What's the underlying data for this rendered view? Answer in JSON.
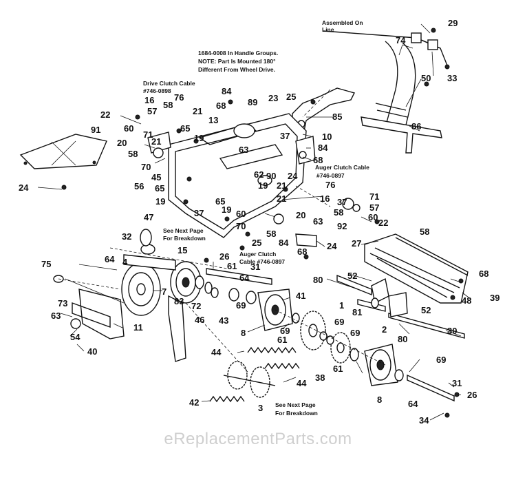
{
  "notes": {
    "assembled_on_line": [
      "Assembled On",
      "Line"
    ],
    "handle_group_note": [
      "1684-0008 In Handle Groups.",
      "NOTE: Part Is Mounted 180°",
      "Different From Wheel Drive."
    ],
    "drive_clutch_cable": [
      "Drive Clutch Cable",
      "#746-0898"
    ],
    "auger_clutch_cable_right": [
      "Auger Clutch Cable",
      "#746-0897"
    ],
    "auger_clutch_cable_center": [
      "Auger Clutch",
      "Cable #746-0897"
    ],
    "see_next_page_top": [
      "See Next Page",
      "For Breakdown"
    ],
    "see_next_page_bottom": [
      "See Next Page",
      "For Breakdown"
    ]
  },
  "callouts": [
    {
      "id": "c29",
      "text": "29"
    },
    {
      "id": "c74",
      "text": "74"
    },
    {
      "id": "c33",
      "text": "33"
    },
    {
      "id": "c50",
      "text": "50"
    },
    {
      "id": "c86",
      "text": "86"
    },
    {
      "id": "c85",
      "text": "85"
    },
    {
      "id": "c10",
      "text": "10"
    },
    {
      "id": "c84a",
      "text": "84"
    },
    {
      "id": "c68a",
      "text": "68"
    },
    {
      "id": "c84b",
      "text": "84"
    },
    {
      "id": "c68b",
      "text": "68"
    },
    {
      "id": "c89",
      "text": "89"
    },
    {
      "id": "c23",
      "text": "23"
    },
    {
      "id": "c25a",
      "text": "25"
    },
    {
      "id": "c37a",
      "text": "37"
    },
    {
      "id": "c16a",
      "text": "16"
    },
    {
      "id": "c58a",
      "text": "58"
    },
    {
      "id": "c76a",
      "text": "76"
    },
    {
      "id": "c57a",
      "text": "57"
    },
    {
      "id": "c21a",
      "text": "21"
    },
    {
      "id": "c22a",
      "text": "22"
    },
    {
      "id": "c60a",
      "text": "60"
    },
    {
      "id": "c71a",
      "text": "71"
    },
    {
      "id": "c13",
      "text": "13"
    },
    {
      "id": "c65a",
      "text": "65"
    },
    {
      "id": "c19a",
      "text": "19"
    },
    {
      "id": "c91",
      "text": "91"
    },
    {
      "id": "c20a",
      "text": "20"
    },
    {
      "id": "c21b",
      "text": "21"
    },
    {
      "id": "c58b",
      "text": "58"
    },
    {
      "id": "c70a",
      "text": "70"
    },
    {
      "id": "c45",
      "text": "45"
    },
    {
      "id": "c56",
      "text": "56"
    },
    {
      "id": "c65b",
      "text": "65"
    },
    {
      "id": "c19b",
      "text": "19"
    },
    {
      "id": "c24a",
      "text": "24"
    },
    {
      "id": "c63a",
      "text": "63"
    },
    {
      "id": "c62",
      "text": "62"
    },
    {
      "id": "c90",
      "text": "90"
    },
    {
      "id": "c24b",
      "text": "24"
    },
    {
      "id": "c19c",
      "text": "19"
    },
    {
      "id": "c21c",
      "text": "21"
    },
    {
      "id": "c76b",
      "text": "76"
    },
    {
      "id": "c21d",
      "text": "21"
    },
    {
      "id": "c16b",
      "text": "16"
    },
    {
      "id": "c37b",
      "text": "37"
    },
    {
      "id": "c71b",
      "text": "71"
    },
    {
      "id": "c57b",
      "text": "57"
    },
    {
      "id": "c60b",
      "text": "60"
    },
    {
      "id": "c22b",
      "text": "22"
    },
    {
      "id": "c37c",
      "text": "37"
    },
    {
      "id": "c65c",
      "text": "65"
    },
    {
      "id": "c19d",
      "text": "19"
    },
    {
      "id": "c60c",
      "text": "60"
    },
    {
      "id": "c70b",
      "text": "70"
    },
    {
      "id": "c58c",
      "text": "58"
    },
    {
      "id": "c20b",
      "text": "20"
    },
    {
      "id": "c58d",
      "text": "58"
    },
    {
      "id": "c63b",
      "text": "63"
    },
    {
      "id": "c92",
      "text": "92"
    },
    {
      "id": "c25b",
      "text": "25"
    },
    {
      "id": "c84c",
      "text": "84"
    },
    {
      "id": "c24c",
      "text": "24"
    },
    {
      "id": "c47",
      "text": "47"
    },
    {
      "id": "c32",
      "text": "32"
    },
    {
      "id": "c64a",
      "text": "64"
    },
    {
      "id": "c4",
      "text": "4"
    },
    {
      "id": "c15",
      "text": "15"
    },
    {
      "id": "c75",
      "text": "75"
    },
    {
      "id": "c26a",
      "text": "26"
    },
    {
      "id": "c61a",
      "text": "61"
    },
    {
      "id": "c31a",
      "text": "31"
    },
    {
      "id": "c64b",
      "text": "64"
    },
    {
      "id": "c68c",
      "text": "68"
    },
    {
      "id": "c58e",
      "text": "58"
    },
    {
      "id": "c27",
      "text": "27"
    },
    {
      "id": "c68d",
      "text": "68"
    },
    {
      "id": "c48",
      "text": "48"
    },
    {
      "id": "c39",
      "text": "39"
    },
    {
      "id": "c52a",
      "text": "52"
    },
    {
      "id": "c80a",
      "text": "80"
    },
    {
      "id": "c7",
      "text": "7"
    },
    {
      "id": "c41",
      "text": "41"
    },
    {
      "id": "c30",
      "text": "30"
    },
    {
      "id": "c73",
      "text": "73"
    },
    {
      "id": "c63c",
      "text": "63"
    },
    {
      "id": "c11",
      "text": "11"
    },
    {
      "id": "c54",
      "text": "54"
    },
    {
      "id": "c40",
      "text": "40"
    },
    {
      "id": "c83",
      "text": "83"
    },
    {
      "id": "c72",
      "text": "72"
    },
    {
      "id": "c46",
      "text": "46"
    },
    {
      "id": "c43",
      "text": "43"
    },
    {
      "id": "c69a",
      "text": "69"
    },
    {
      "id": "c8a",
      "text": "8"
    },
    {
      "id": "c69b",
      "text": "69"
    },
    {
      "id": "c61b",
      "text": "61"
    },
    {
      "id": "c1",
      "text": "1"
    },
    {
      "id": "c81",
      "text": "81"
    },
    {
      "id": "c52b",
      "text": "52"
    },
    {
      "id": "c2",
      "text": "2"
    },
    {
      "id": "c80b",
      "text": "80"
    },
    {
      "id": "c69c",
      "text": "69"
    },
    {
      "id": "c69d",
      "text": "69"
    },
    {
      "id": "c38",
      "text": "38"
    },
    {
      "id": "c61c",
      "text": "61"
    },
    {
      "id": "c44a",
      "text": "44"
    },
    {
      "id": "c44b",
      "text": "44"
    },
    {
      "id": "c69e",
      "text": "69"
    },
    {
      "id": "c31b",
      "text": "31"
    },
    {
      "id": "c26b",
      "text": "26"
    },
    {
      "id": "c64c",
      "text": "64"
    },
    {
      "id": "c8b",
      "text": "8"
    },
    {
      "id": "c42",
      "text": "42"
    },
    {
      "id": "c3",
      "text": "3"
    },
    {
      "id": "c34",
      "text": "34"
    }
  ],
  "watermark": "eReplacementParts.com"
}
